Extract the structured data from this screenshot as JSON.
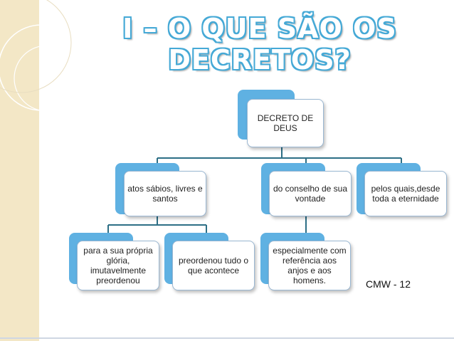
{
  "title": {
    "line1": "I – O QUE SÃO OS",
    "line2": "DECRETOS?"
  },
  "diagram": {
    "root": "DECRETO DE DEUS",
    "level1": [
      "atos sábios, livres e santos",
      "do conselho de sua vontade",
      "pelos quais,desde toda a eternidade"
    ],
    "level2": [
      "para a sua própria glória, imutavelmente preordenou",
      "preordenou tudo o que acontece",
      "especialmente com referência aos anjos e aos homens."
    ]
  },
  "footer": "CMW - 12",
  "colors": {
    "accent_blue": "#5fb1e2",
    "title_outline": "#45a9d6",
    "sidebar_beige": "#f3e7c6"
  }
}
